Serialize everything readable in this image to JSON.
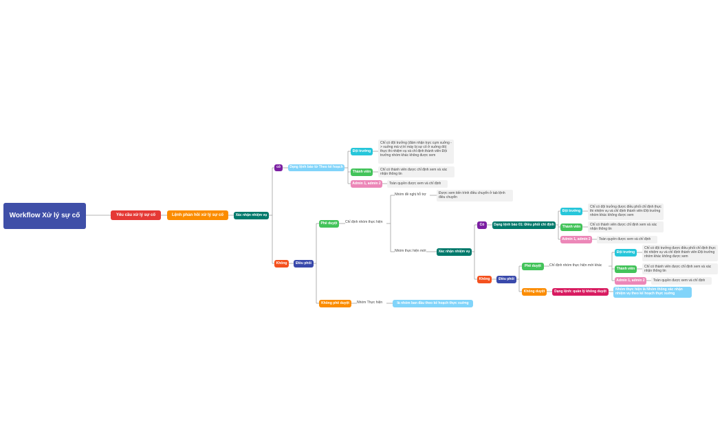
{
  "root": "Workflow Xử lý sự cố",
  "n_yeucau": "Yêu cầu xử lý sự cố",
  "n_lenh": "Lệnh phản hồi xử lý sự cố",
  "n_xacnhan1": "Xác nhận nhiệm vụ",
  "n_co1": "có",
  "n_dang1": "Dạng lệnh báo từ Theo kế hoạch",
  "n_doitruong1": "Đội trưởng",
  "n_doitruong1_note": "Chỉ có đội trưởng (đảm nhận trực cụm xuởng -> xuởng mà vị trí máy bị sự cố ở xuởng đó) thực thi nhiệm vụ và chỉ định thành viên Đội trưởng nhóm khác không được xem",
  "n_thanhvien1": "Thành viên",
  "n_thanhvien1_note": "Chỉ có thành viên được chỉ định xem và xác nhận thông tin",
  "n_admin1": "Admin 1, admin 2",
  "n_admin1_note": "Toàn quyền được xem và chỉ định",
  "n_khong1": "Không",
  "n_dieuphoi1": "Điều phối",
  "n_pheduyet1": "Phê duyệt",
  "n_chidinh1": "Chỉ định nhóm thực hiện",
  "n_nhomdenghi": "Nhóm đề nghị hỗ trợ",
  "n_nhomdenghi_note": "Được xem tiến trình điều chuyển ở tab lệnh điều chuyển",
  "n_nhomthuchienmoi": "Nhóm thực hiện mới",
  "n_xacnhan2": "Xác nhận nhiệm vụ",
  "n_co2": "Có",
  "n_dang2": "Dạng lệnh báo 01: Điều phối chỉ định",
  "n_doitruong2": "Đội trưởng",
  "n_doitruong2_note": "Chỉ có đội trưởng được điều phối chỉ định thực thi nhiệm vụ và chỉ định thành viên Đội trưởng nhóm khác không được xem",
  "n_thanhvien2": "Thành viên",
  "n_thanhvien2_note": "Chỉ có thành viên được chỉ định xem và xác nhận thông tin",
  "n_admin2": "Admin 1, admin 2",
  "n_admin2_note": "Toàn quyền được xem và chỉ định",
  "n_khong2": "Không",
  "n_dieuphoi2": "Điều phối",
  "n_pheduyet2": "Phê duyệt",
  "n_chidinh2": "Chỉ định nhóm thực hiện mới khác",
  "n_doitruong3": "Đội trưởng",
  "n_doitruong3_note": "Chỉ có đội trưởng được điều phối chỉ định thực thi nhiệm vụ và chỉ định thành viên Đội trưởng nhóm khác không được xem",
  "n_thanhvien3": "Thành viên",
  "n_thanhvien3_note": "Chỉ có thành viên được chỉ định xem và xác nhận thông tin",
  "n_admin3": "Admin 1, admin 2",
  "n_admin3_note": "Toàn quyền được xem và chỉ định",
  "n_khongduyet2": "Không duyệt",
  "n_dangqly": "Dạng lệnh: quản lý không duyệt",
  "n_dangqly_note": "Nhóm thực hiện là Nhóm thông xác nhận nhiệm vụ theo kế hoạch thực xuởng",
  "n_khongpheduyet": "Không phê duyệt",
  "n_nhomthuchien": "Nhóm Thực hiện",
  "n_nhomthuchien_note": "là nhóm ban đầu theo kế hoạch thực xuởng"
}
